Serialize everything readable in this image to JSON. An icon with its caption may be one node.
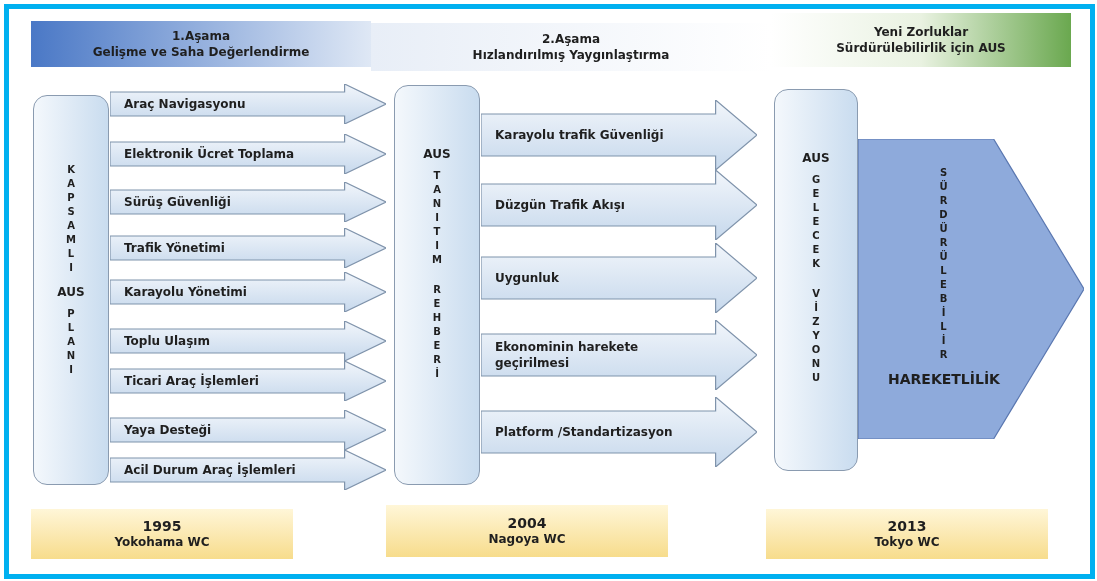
{
  "diagram": {
    "nodes": [
      {
        "text": [
          "1.Aşama",
          "Gelişme ve Saha Değerlendirme"
        ]
      },
      {
        "text": [
          "2.Aşama",
          "Hızlandırılmış Yaygınlaştırma"
        ]
      },
      {
        "text": [
          "Yeni Zorluklar",
          "Sürdürülebilirlik için AUS"
        ]
      },
      {
        "text": [
          "KAPSAMLI",
          "AUS",
          "PLANI"
        ]
      },
      {
        "text": [
          "Araç Navigasyonu"
        ]
      },
      {
        "text": [
          "Elektronik Ücret Toplama"
        ]
      },
      {
        "text": [
          "Sürüş Güvenliği"
        ]
      },
      {
        "text": [
          "Trafik Yönetimi"
        ]
      },
      {
        "text": [
          "Karayolu Yönetimi"
        ]
      },
      {
        "text": [
          "Toplu Ulaşım"
        ]
      },
      {
        "text": [
          "Ticari Araç İşlemleri"
        ]
      },
      {
        "text": [
          "Yaya Desteği"
        ]
      },
      {
        "text": [
          "Acil Durum Araç İşlemleri"
        ]
      },
      {
        "text": [
          "AUS",
          "TANITIM",
          "REHBERİ"
        ]
      },
      {
        "text": [
          "Karayolu trafik Güvenliği"
        ]
      },
      {
        "text": [
          "Düzgün Trafik Akışı"
        ]
      },
      {
        "text": [
          "Uygunluk"
        ]
      },
      {
        "text": [
          "Ekonominin harekete geçirilmesi"
        ]
      },
      {
        "text": [
          "Platform /Standartizasyon"
        ]
      },
      {
        "text": [
          "AUS",
          "GELECEK",
          "VİZYONU"
        ]
      },
      {
        "text": [
          "SÜRDÜRÜLEBİLİR",
          "HAREKETLİLİK"
        ]
      },
      {
        "text": [
          "1995",
          "Yokohama WC"
        ]
      },
      {
        "text": [
          "2004",
          "Nagoya WC"
        ]
      },
      {
        "text": [
          "2013",
          "Tokyo WC"
        ]
      }
    ]
  }
}
